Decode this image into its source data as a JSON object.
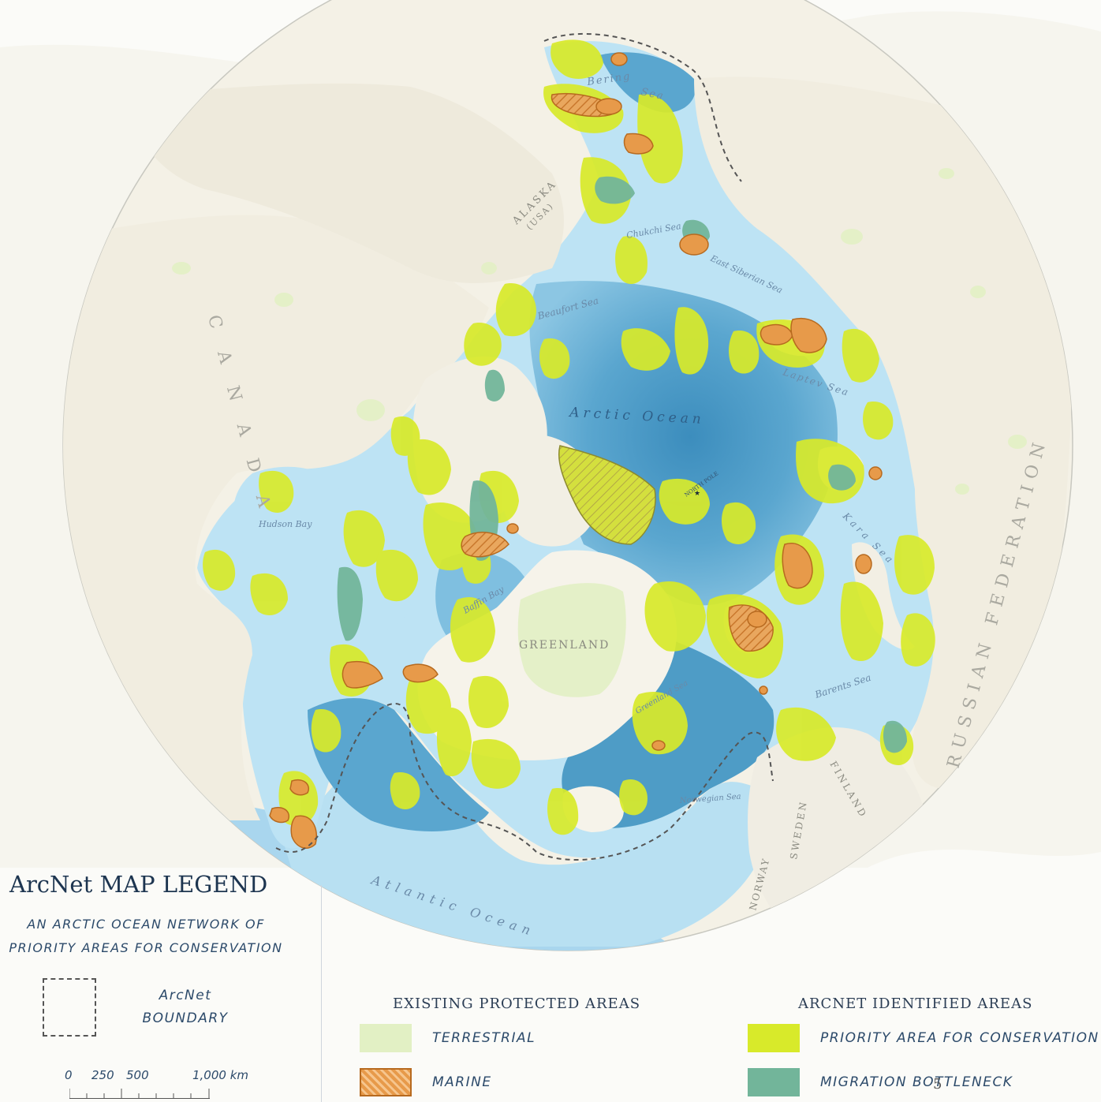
{
  "map_labels": {
    "bering_sea": [
      "Bering",
      "Sea"
    ],
    "alaska": "ALASKA",
    "alaska_usa": "(USA)",
    "chukchi_sea": "Chukchi Sea",
    "east_siberian_sea": "East Siberian Sea",
    "beaufort_sea": "Beaufort Sea",
    "laptev_sea": "Laptev Sea",
    "arctic_ocean": "Arctic Ocean",
    "north_pole": "NORTH POLE",
    "canada": "CANADA",
    "russian_federation": "RUSSIAN FEDERATION",
    "hudson_bay": "Hudson Bay",
    "baffin_bay": "Baffin Bay",
    "greenland": "GREENLAND",
    "kara_sea": "Kara Sea",
    "barents_sea": "Barents Sea",
    "greenland_sea": "Greenland Sea",
    "norwegian_sea": "Norwegian Sea",
    "atlantic_ocean": "Atlantic Ocean",
    "norway": "NORWAY",
    "sweden": "SWEDEN",
    "finland": "FINLAND"
  },
  "legend": {
    "title": "ArcNet MAP LEGEND",
    "subtitle_line1": "AN ARCTIC OCEAN NETWORK OF",
    "subtitle_line2": "PRIORITY AREAS FOR CONSERVATION",
    "boundary_line1": "ArcNet",
    "boundary_line2": "BOUNDARY",
    "scale_labels": [
      "0",
      "250",
      "500",
      "1,000 km"
    ],
    "existing_heading": "EXISTING PROTECTED AREAS",
    "terrestrial": "TERRESTRIAL",
    "marine": "MARINE",
    "identified_heading": "ARCNET IDENTIFIED AREAS",
    "priority": "PRIORITY AREA FOR CONSERVATION",
    "migration": "MIGRATION BOTTLENECK",
    "page_number": "5"
  },
  "colors": {
    "land": "#f3efe3",
    "ocean_shelf": "#bfe3f4",
    "ocean_deep": "#4e9cc6",
    "terrestrial": "#e2f0c4",
    "priority": "#d8ea2a",
    "migration": "#72b59a",
    "marine": "#e79a4a",
    "marine_border": "#b76a1f"
  }
}
